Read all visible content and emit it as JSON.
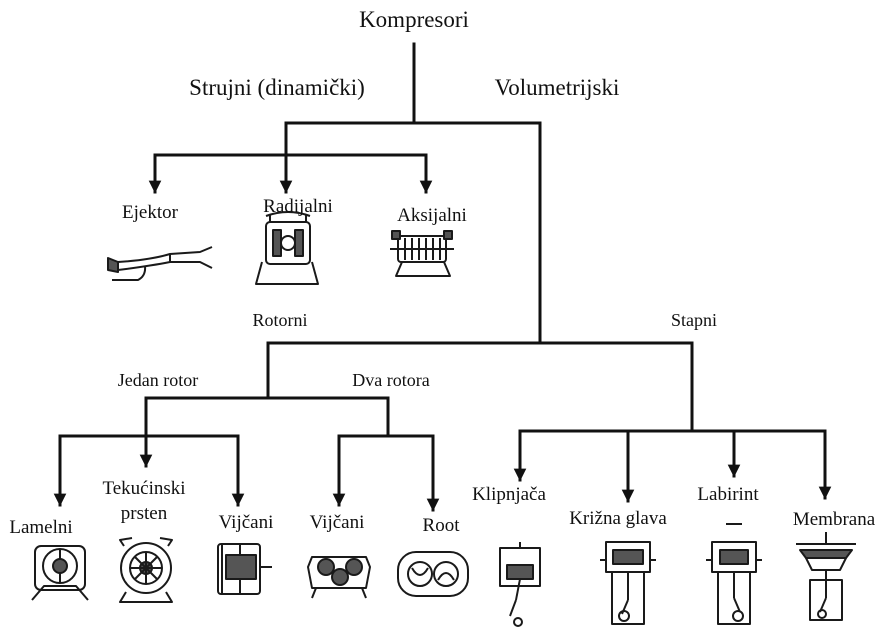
{
  "diagram": {
    "root": {
      "label": "Kompresori"
    },
    "groups": {
      "dynamic": "Strujni (dinamički)",
      "volumetric": "Volumetrijski"
    },
    "dynamic_types": {
      "ejector": "Ejektor",
      "radial": "Radijalni",
      "axial": "Aksijalni"
    },
    "volumetric_branches": {
      "rotary": "Rotorni",
      "piston": "Stapni"
    },
    "rotary_branches": {
      "one_rotor": "Jedan rotor",
      "two_rotors": "Dva rotora"
    },
    "one_rotor_types": {
      "vane": "Lamelni",
      "liquid_ring_line1": "Tekućinski",
      "liquid_ring_line2": "prsten",
      "screw": "Vijčani"
    },
    "two_rotor_types": {
      "screw": "Vijčani",
      "roots": "Root"
    },
    "piston_types": {
      "trunk": "Klipnjača",
      "crosshead": "Križna glava",
      "labyrinth": "Labirint",
      "diaphragm": "Membrana"
    }
  },
  "colors": {
    "line": "#111111",
    "icon_stroke": "#1a1a1a",
    "icon_fill": "#555555",
    "background": "#ffffff"
  }
}
